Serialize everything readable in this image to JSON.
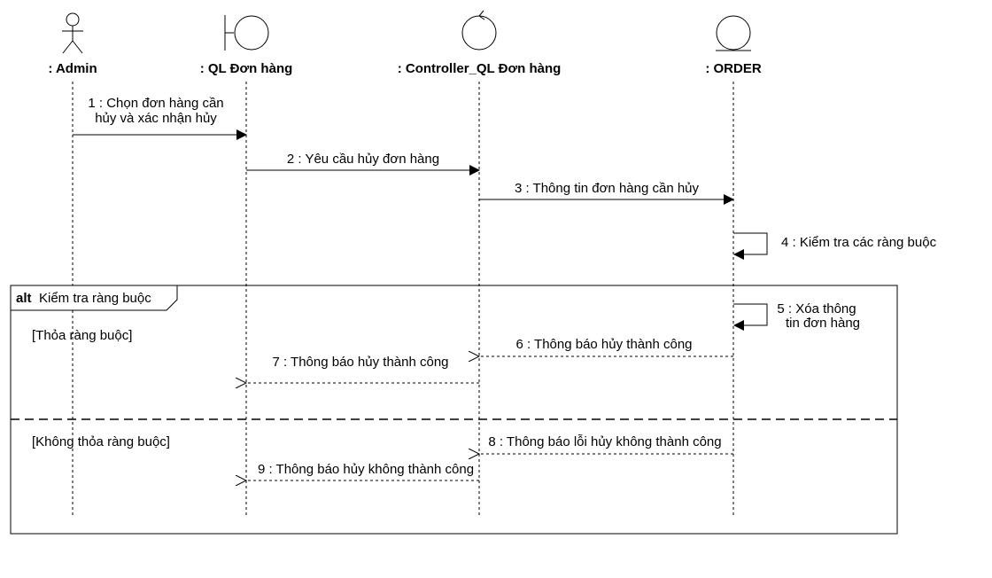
{
  "participants": {
    "admin": ": Admin",
    "boundary": ": QL Đơn hàng",
    "controller": ": Controller_QL Đơn hàng",
    "entity": ": ORDER"
  },
  "messages": {
    "m1_line1": "1 : Chọn đơn hàng cần",
    "m1_line2": "hủy và xác nhận hủy",
    "m2": "2 : Yêu cầu hủy đơn hàng",
    "m3": "3 : Thông tin đơn hàng cần hủy",
    "m4": "4 : Kiểm tra các ràng buộc",
    "m5_line1": "5 : Xóa thông",
    "m5_line2": "tin đơn hàng",
    "m6": "6 : Thông báo hủy thành công",
    "m7": "7 : Thông báo hủy thành công",
    "m8": "8 : Thông báo lỗi hủy không thành công",
    "m9": "9 : Thông báo hủy không thành công"
  },
  "fragment": {
    "operator": "alt",
    "title": "Kiểm tra ràng buộc",
    "guard1": "[Thỏa ràng buộc]",
    "guard2": "[Không thỏa ràng buộc]"
  }
}
